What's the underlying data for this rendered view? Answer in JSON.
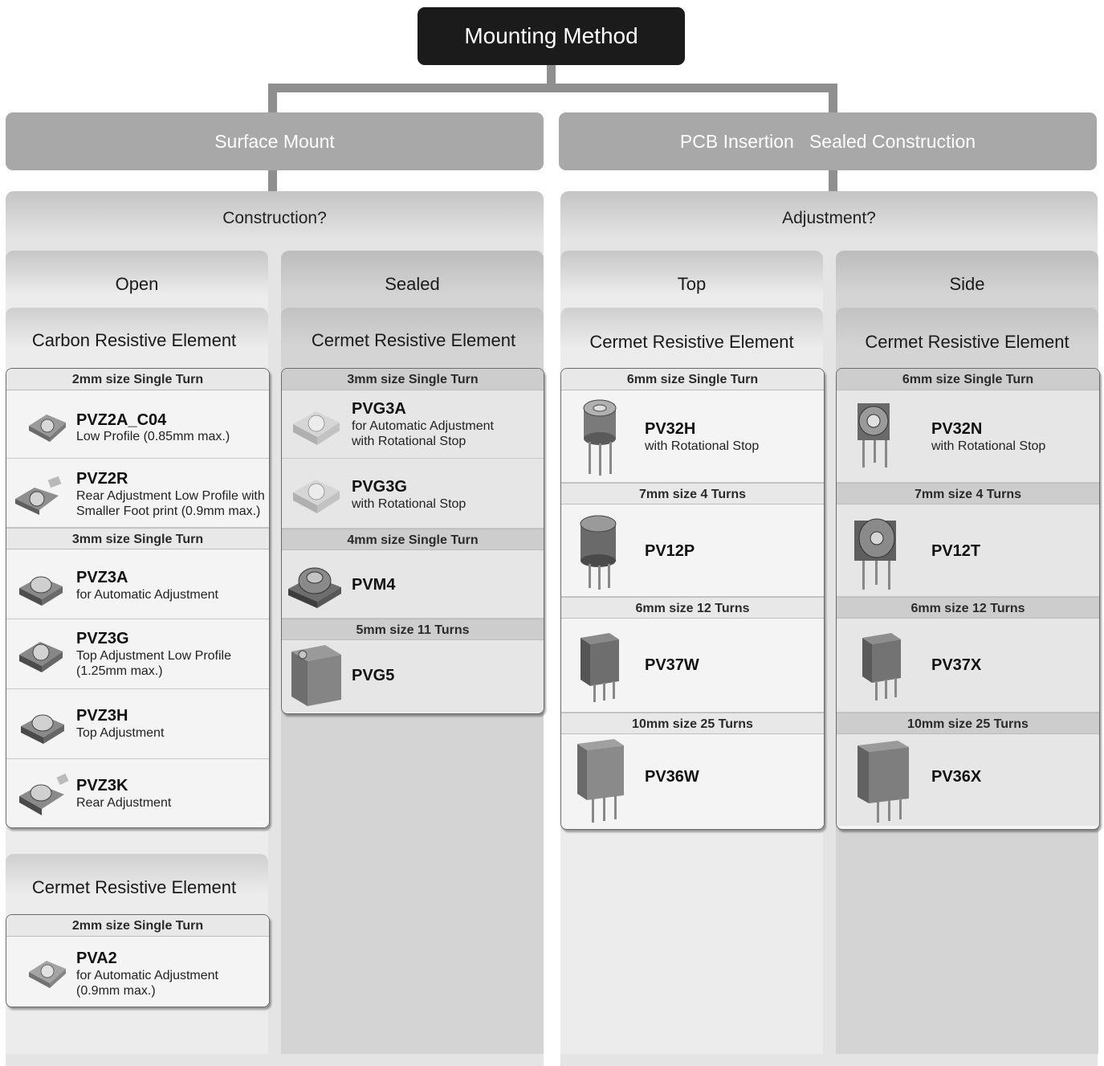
{
  "title": "Mounting Method",
  "categories": {
    "left": "Surface Mount",
    "right": "PCB Insertion   Sealed Construction"
  },
  "panels": {
    "left": "Construction?",
    "right": "Adjustment?"
  },
  "columns": {
    "open": "Open",
    "sealed": "Sealed",
    "top": "Top",
    "side": "Side"
  },
  "elements": {
    "carbon": "Carbon Resistive Element",
    "cermet_sealed": "Cermet Resistive Element",
    "cermet_top": "Cermet Resistive Element",
    "cermet_side": "Cermet Resistive Element",
    "cermet_open": "Cermet Resistive Element"
  },
  "open_carbon": {
    "h1": "2mm size Single Turn",
    "h2": "3mm size Single Turn",
    "items": [
      {
        "name": "PVZ2A_C04",
        "desc1": "Low Profile (0.85mm max.)",
        "desc2": ""
      },
      {
        "name": "PVZ2R",
        "desc1": "Rear Adjustment Low Profile with",
        "desc2": "Smaller Foot print (0.9mm max.)"
      },
      {
        "name": "PVZ3A",
        "desc1": "for Automatic Adjustment",
        "desc2": ""
      },
      {
        "name": "PVZ3G",
        "desc1": "Top Adjustment Low Profile",
        "desc2": "(1.25mm max.)"
      },
      {
        "name": "PVZ3H",
        "desc1": "Top Adjustment",
        "desc2": ""
      },
      {
        "name": "PVZ3K",
        "desc1": "Rear Adjustment",
        "desc2": ""
      }
    ]
  },
  "open_cermet": {
    "h1": "2mm size Single Turn",
    "items": [
      {
        "name": "PVA2",
        "desc1": "for Automatic Adjustment",
        "desc2": "(0.9mm max.)"
      }
    ]
  },
  "sealed_cermet": {
    "h1": "3mm size Single Turn",
    "h2": "4mm size Single Turn",
    "h3": "5mm size 11 Turns",
    "items": [
      {
        "name": "PVG3A",
        "desc1": "for Automatic Adjustment",
        "desc2": "with Rotational Stop"
      },
      {
        "name": "PVG3G",
        "desc1": "with Rotational Stop",
        "desc2": ""
      },
      {
        "name": "PVM4",
        "desc1": "",
        "desc2": ""
      },
      {
        "name": "PVG5",
        "desc1": "",
        "desc2": ""
      }
    ]
  },
  "top_cermet": {
    "h1": "6mm size Single Turn",
    "h2": "7mm size 4 Turns",
    "h3": "6mm size 12 Turns",
    "h4": "10mm size 25 Turns",
    "items": [
      {
        "name": "PV32H",
        "desc1": "with Rotational Stop"
      },
      {
        "name": "PV12P",
        "desc1": ""
      },
      {
        "name": "PV37W",
        "desc1": ""
      },
      {
        "name": "PV36W",
        "desc1": ""
      }
    ]
  },
  "side_cermet": {
    "h1": "6mm size Single Turn",
    "h2": "7mm size 4 Turns",
    "h3": "6mm size 12 Turns",
    "h4": "10mm size 25 Turns",
    "items": [
      {
        "name": "PV32N",
        "desc1": "with Rotational Stop"
      },
      {
        "name": "PV12T",
        "desc1": ""
      },
      {
        "name": "PV37X",
        "desc1": ""
      },
      {
        "name": "PV36X",
        "desc1": ""
      }
    ]
  }
}
